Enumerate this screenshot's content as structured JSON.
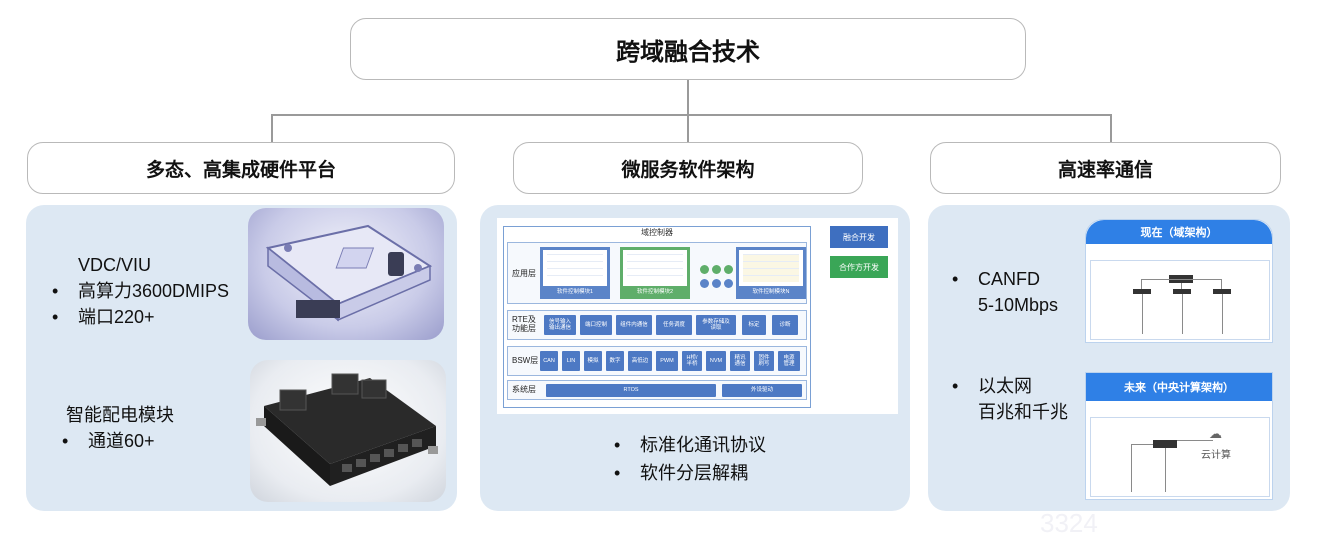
{
  "title": "跨域融合技术",
  "columns": {
    "left": {
      "heading": "多态、高集成硬件平台",
      "block1": {
        "name": "VDC/VIU",
        "bullets": [
          "高算力3600DMIPS",
          "端口220+"
        ]
      },
      "block2": {
        "name": "智能配电模块",
        "bullets": [
          "通道60+"
        ]
      }
    },
    "middle": {
      "heading": "微服务软件架构",
      "diagram": {
        "title": "域控制器",
        "layers": {
          "app": "应用层",
          "rte": "RTE及\n功能层",
          "bsw": "BSW层",
          "sys": "系统层"
        },
        "modules": [
          "软件控制模块1",
          "软件控制模块2",
          "软件控制模块N"
        ],
        "rte_items": [
          "信号输入\n输出通信",
          "端口控制",
          "组件内通信",
          "任务调度",
          "参数存储及\n读取",
          "标定",
          "诊断"
        ],
        "bsw_items": [
          "CAN",
          "LIN",
          "模拟",
          "数字",
          "高低边",
          "PWM",
          "H桥/\n半桥",
          "NVM",
          "精讯\n通信",
          "固件\n刷写",
          "电源\n管理"
        ],
        "sys_items": [
          "RTOS",
          "外设驱动"
        ],
        "buttons": [
          {
            "label": "融合开发",
            "color": "#3e6fc0"
          },
          {
            "label": "合作方开发",
            "color": "#3aa657"
          }
        ]
      },
      "bullets": [
        "标准化通讯协议",
        "软件分层解耦"
      ]
    },
    "right": {
      "heading": "高速率通信",
      "block1": {
        "bullets": [
          "CANFD"
        ],
        "sub": "5-10Mbps",
        "diagram_title": "现在（域架构）"
      },
      "block2": {
        "bullets": [
          "以太网"
        ],
        "sub": "百兆和千兆",
        "diagram_title": "未来（中央计算架构）",
        "cloud_label": "云计算"
      }
    }
  },
  "watermark": "3324",
  "colors": {
    "panel": "#dde8f3",
    "accent": "#2f80e6"
  }
}
